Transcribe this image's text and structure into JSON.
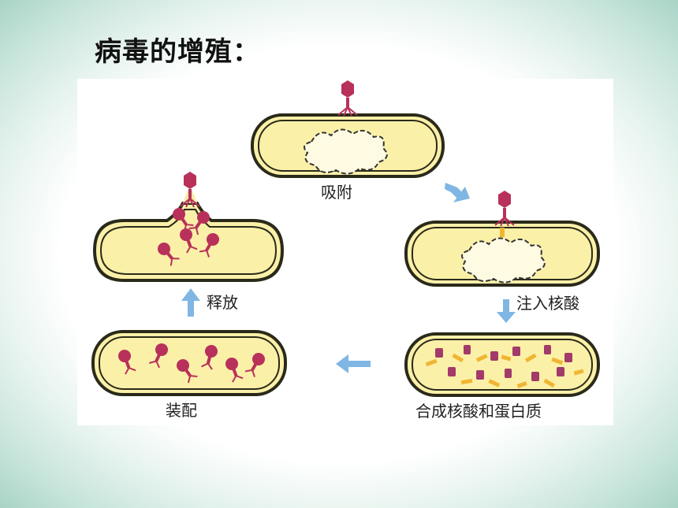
{
  "title": "病毒的增殖：",
  "stages": {
    "adsorption": "吸附",
    "inject": "注入核酸",
    "synthesis": "合成核酸和蛋白质",
    "assembly": "装配",
    "release": "释放"
  },
  "colors": {
    "cell_fill": "#fbf0a8",
    "cell_outline": "#2a2a1a",
    "phage": "#b8315a",
    "arrow": "#7fb6e3",
    "protein": "#f0b531",
    "border": "#a9d3c6"
  }
}
